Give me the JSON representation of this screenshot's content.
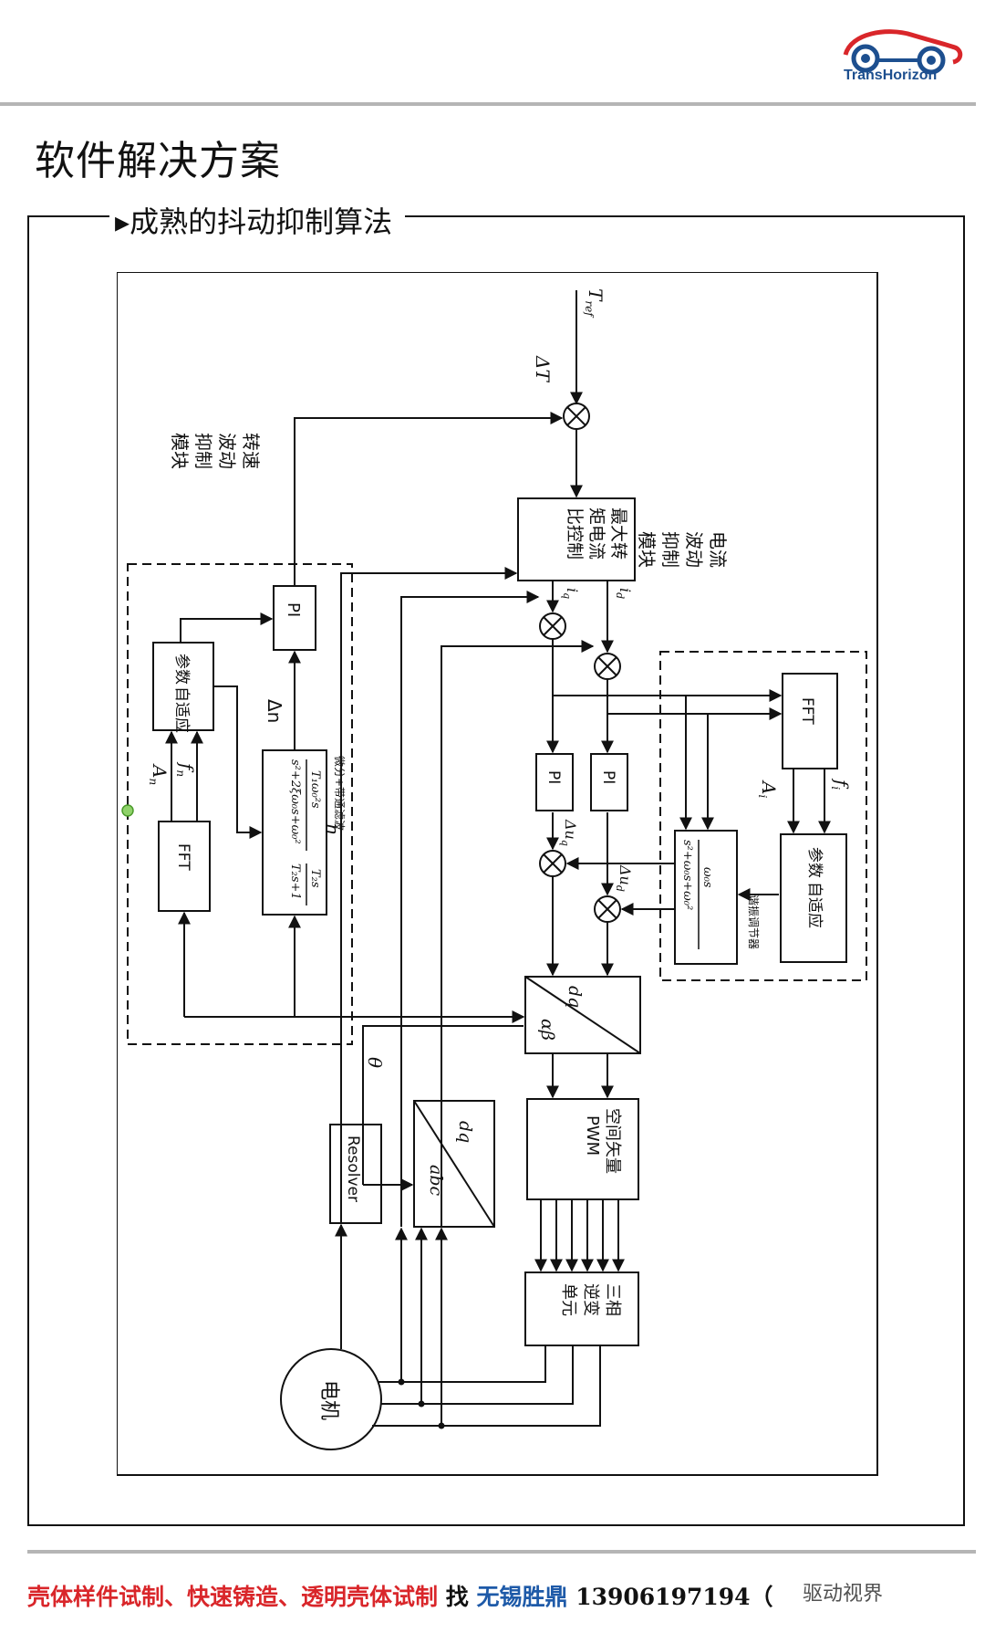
{
  "brand": {
    "name": "TransHorizon",
    "colors": {
      "blue": "#1d4f8f",
      "red": "#d9262a"
    }
  },
  "slide": {
    "title": "软件解决方案"
  },
  "section": {
    "title": "▸成熟的抖动抑制算法"
  },
  "diagram": {
    "labels": {
      "tref": "T",
      "tref_sub": "ref",
      "delta_t": "ΔT",
      "mtpa": [
        "最大转",
        "矩电流",
        "比控制"
      ],
      "speed_module": [
        "转速",
        "波动",
        "抑制",
        "模块"
      ],
      "current_module": [
        "电流",
        "波动",
        "抑制",
        "模块"
      ],
      "pi": "PI",
      "fft": "FFT",
      "adaptive": [
        "参数",
        "自适应"
      ],
      "delta_n": "Δn",
      "filter_note": "微分+带通滤波",
      "tf_speed_num": "T₁ω₀²s",
      "tf_speed_den": "s²+2ξω₀s+ω₀²",
      "tf_speed_right_num": "T₂s",
      "tf_speed_right_den": "T₂s+1",
      "tf_current_num": "ω₀s",
      "tf_current_den": "s²+ω₀s+ω₀²",
      "regulator_note": "谐振调节器",
      "a_n": "A",
      "a_n_sub": "n",
      "f_n": "f",
      "f_n_sub": "n",
      "a_i": "A",
      "a_i_sub": "i",
      "f_i": "f",
      "f_i_sub": "i",
      "iq": "i",
      "iq_sub": "q",
      "id": "i",
      "id_sub": "d",
      "delta_uq": "Δu",
      "delta_uq_sub": "q",
      "delta_ud": "Δu",
      "delta_ud_sub": "d",
      "n": "n",
      "theta": "θ",
      "dq": "dq",
      "alphabeta": "αβ",
      "abc": "abc",
      "svpwm": [
        "空间矢量",
        "PWM"
      ],
      "inverter": [
        "三相",
        "逆变",
        "单元"
      ],
      "resolver": "Resolver",
      "motor": "电机"
    }
  },
  "footer": {
    "part1": "壳体样件试制、快速铸造、透明壳体试制",
    "part2": "找",
    "part3": "无锡胜鼎",
    "part4": "13906197194（",
    "watermark": "驱动视界"
  }
}
